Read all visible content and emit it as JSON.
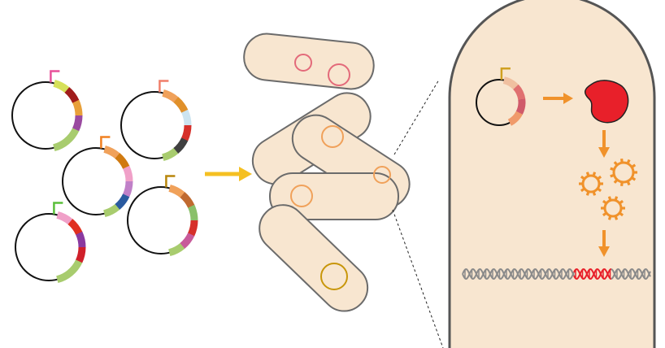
{
  "colors": {
    "cell_fill": "#f8e6d0",
    "cell_stroke": "#6b6b6b",
    "arrow_yellow": "#f5c022",
    "arrow_orange": "#f0922b",
    "enzyme_red": "#e8202a",
    "dna_gray": "#8a8a8a",
    "dna_highlight": "#e8202a",
    "plasmid_outline": "#111111"
  },
  "plasmids": [
    {
      "id": "plasmid-1",
      "promoter_color": "#e8509a",
      "segments": [
        "#d6e05a",
        "#a01c1c",
        "#e8a03a",
        "#9a4aa0",
        "#a8cc6e",
        "#a8cc6e"
      ]
    },
    {
      "id": "plasmid-2",
      "promoter_color": "#f07f6a",
      "segments": [
        "#f0a15a",
        "#e0902a",
        "#cce4f0",
        "#d6302a",
        "#404040",
        "#a8cc6e"
      ]
    },
    {
      "id": "plasmid-3",
      "promoter_color": "#f08020",
      "segments": [
        "#f0a15a",
        "#d07a10",
        "#f0a0c8",
        "#c080c8",
        "#2a5aa0",
        "#a8cc6e"
      ]
    },
    {
      "id": "plasmid-4",
      "promoter_color": "#b8860b",
      "segments": [
        "#f0a15a",
        "#c06a30",
        "#8ac06a",
        "#d6302a",
        "#c85a9a",
        "#a8cc6e"
      ]
    },
    {
      "id": "plasmid-5",
      "promoter_color": "#5abf3a",
      "segments": [
        "#f0a0c8",
        "#e03020",
        "#8a3aa0",
        "#d0202a",
        "#a8cc6e",
        "#a8cc6e"
      ]
    }
  ],
  "bacteria_plasmid_colors": [
    "#e36a7a",
    "#e36a7a",
    "#f0a15a",
    "#f0a15a",
    "#f0a15a",
    "#c8960a"
  ],
  "inset_plasmid": {
    "promoter_color": "#d0a020",
    "segments": [
      "#f0c0a0",
      "#e07070",
      "#d05a6a",
      "#f09a6a"
    ]
  }
}
